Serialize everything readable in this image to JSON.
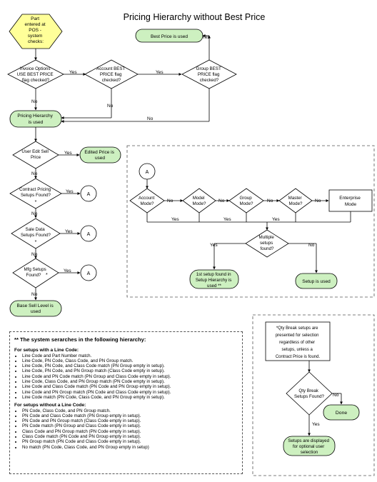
{
  "title": "Pricing Hierarchy without Best Price",
  "nodes": {
    "start": [
      "Part",
      "entered at",
      "POS -",
      "system",
      "checks:"
    ],
    "invoice_options": [
      "Invoice Options",
      "USE BEST PRICE",
      "flag checked?"
    ],
    "account_best": [
      "Account BEST",
      "PRICE flag",
      "checked?"
    ],
    "group_best": [
      "Group BEST",
      "PRICE flag",
      "checked?"
    ],
    "best_price_used": [
      "Best Price is used"
    ],
    "pricing_hierarchy": [
      "Pricing Hierarchy",
      "is used"
    ],
    "user_edit": [
      "User Edit Sell",
      "Price"
    ],
    "edited_price": [
      "Edited Price is",
      "used"
    ],
    "contract_pricing": [
      "Contract Pricing",
      "Setups Found?"
    ],
    "sale_data": [
      "Sale Data",
      "Setups Found?"
    ],
    "mfg_setups": [
      "Mfg Setups",
      "Found?"
    ],
    "base_sell": [
      "Base Sell Level is",
      "used"
    ],
    "connector_a": "A",
    "account_mode": [
      "Account",
      "Mode?"
    ],
    "model_mode": [
      "Model",
      "Mode?"
    ],
    "group_mode": [
      "Group",
      "Mode?"
    ],
    "master_mode": [
      "Master",
      "Mode?"
    ],
    "enterprise_mode": [
      "Enterprise",
      "Mode"
    ],
    "multiple_setups": [
      "Multiple",
      "setups",
      "found?"
    ],
    "first_setup": [
      "1st setup found in",
      "Setup Hierarchy is",
      "used **"
    ],
    "setup_used": [
      "Setup is used"
    ],
    "qty_note": [
      "*Qty Break setups are",
      "presented for selection",
      "regardless of other",
      "setups, unless a",
      "Contract Price is found."
    ],
    "qty_break": [
      "Qty Break",
      "Setups Found?"
    ],
    "done": [
      "Done"
    ],
    "setups_displayed": [
      "Setups are displayed",
      "for optional user",
      "selection"
    ],
    "asterisk": "*"
  },
  "labels": {
    "yes": "Yes",
    "no": "No"
  },
  "notes": {
    "heading": "** The system serarches in the following hierarchy:",
    "line_code_heading": "For setups with a Line Code:",
    "line_code_items": [
      "Line Code and Part Number match.",
      "Line Code, PN Code, Class Code, and PN Group match.",
      "Line Code, PN Code, and Class Code match (PN Group empty in setup).",
      "Line Code, PN Code, and PN Group match (Class Code empty in setup).",
      "Line Code and PN Code match (PN Group and Class Code empty in setup).",
      "Line Code, Class Code, and PN Group match (PN Code empty in setup).",
      "Line Code and Class Code match (PN Code and PN Group empty in setup).",
      "Line Code and PN Group match (PN Code and Class Code empty in setup).",
      "Line Code match (PN Code, Class Code, and PN Group empty in setup)."
    ],
    "no_line_code_heading": "For setups without a Line Code:",
    "no_line_code_items": [
      "PN Code, Class Code, and PN Group match.",
      "PN Code and Class Code match (PN Group empty in setup).",
      "PN Code and PN Group match (Class Code empty in setup).",
      "PN Code match (PN Group and Class Code empty in setup).",
      "Class Code and PN Group match (PN Code empty in setup).",
      "Class Code match (PN Code and PN Group empty in setup).",
      "PN Group match (PN Code and Class Code empty in setup).",
      "No match (PN Code, Class Code, and PN Group empty in setup)"
    ]
  },
  "colors": {
    "start_fill": "#ffff99",
    "terminal_fill": "#cdf0c0",
    "outline": "#000000"
  }
}
